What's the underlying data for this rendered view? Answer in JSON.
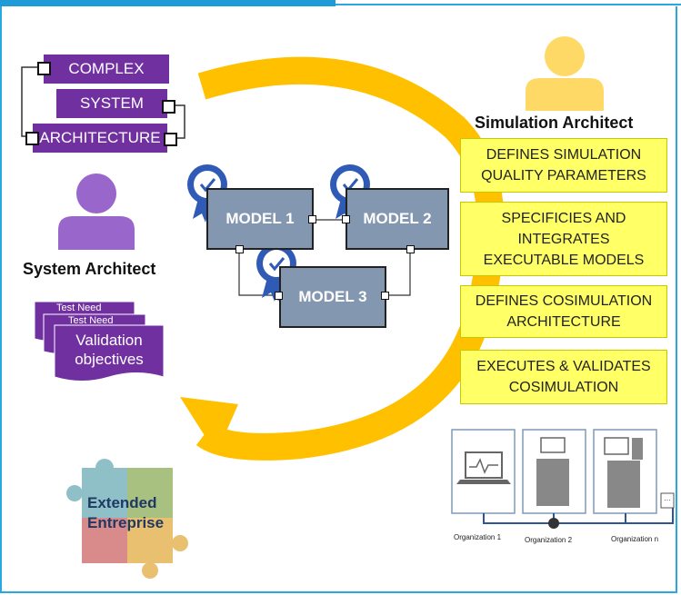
{
  "architecture_labels": [
    "COMPLEX",
    "SYSTEM",
    "ARCHITECTURE"
  ],
  "system_architect": "System Architect",
  "simulation_architect": "Simulation Architect",
  "tasks": [
    [
      "DEFINES SIMULATION",
      "QUALITY PARAMETERS"
    ],
    [
      "SPECIFICIES AND",
      "INTEGRATES",
      "EXECUTABLE MODELS"
    ],
    [
      "DEFINES COSIMULATION",
      "ARCHITECTURE"
    ],
    [
      "EXECUTES & VALIDATES",
      "COSIMULATION"
    ]
  ],
  "models": [
    "MODEL 1",
    "MODEL 2",
    "MODEL 3"
  ],
  "documents": {
    "back1": "Test Need",
    "back2": "Test Need",
    "front": [
      "Validation",
      "objectives"
    ]
  },
  "puzzle": [
    "Extended",
    "Entreprise"
  ],
  "organizations": [
    "Organization 1",
    "Organization 2",
    "Organization n"
  ],
  "colors": {
    "arrow": "#ffc000",
    "purple": "#7030a0",
    "task_fill": "#ffff66",
    "model_fill": "#8497b0",
    "badge": "#2f5bb7",
    "user_sim": "#ffd966",
    "user_sys": "#9966cc"
  }
}
